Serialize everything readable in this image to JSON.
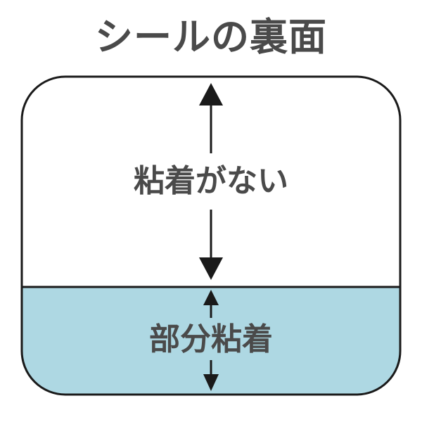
{
  "title": "シールの裏面",
  "regions": {
    "non_adhesive": {
      "label": "粘着がない",
      "color": "#ffffff"
    },
    "adhesive": {
      "label": "部分粘着",
      "color": "#aed8e3"
    }
  },
  "colors": {
    "outline": "#1a1a1a",
    "text": "#4a4a4a"
  }
}
